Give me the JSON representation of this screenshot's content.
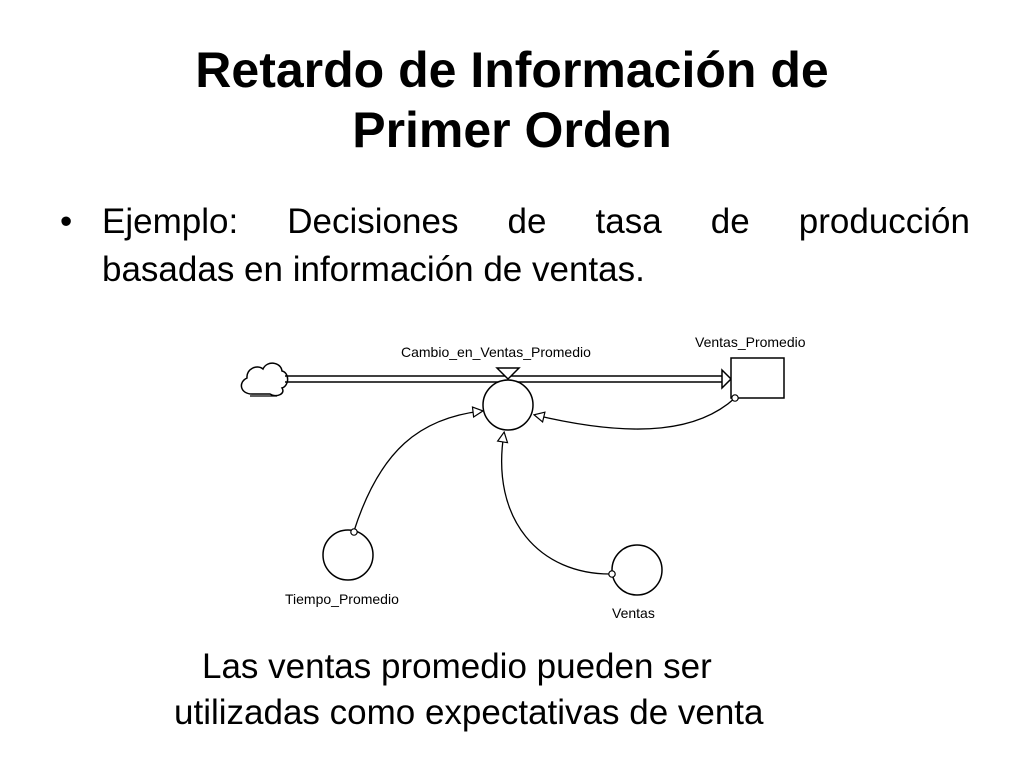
{
  "slide": {
    "title_lines": [
      "Retardo de Información de",
      "Primer Orden"
    ],
    "bullet": {
      "marker": "•",
      "line1": "Ejemplo: Decisiones de tasa de producción",
      "line2": "basadas en información de ventas."
    },
    "diagram": {
      "flow_label": "Cambio_en_Ventas_Promedio",
      "stock_label": "Ventas_Promedio",
      "aux_left_label": "Tiempo_Promedio",
      "aux_right_label": "Ventas"
    },
    "note": {
      "line1": "Las ventas promedio pueden ser",
      "line2": "utilizadas como expectativas de venta"
    }
  },
  "colors": {
    "background": "#ffffff",
    "ink": "#000000"
  }
}
